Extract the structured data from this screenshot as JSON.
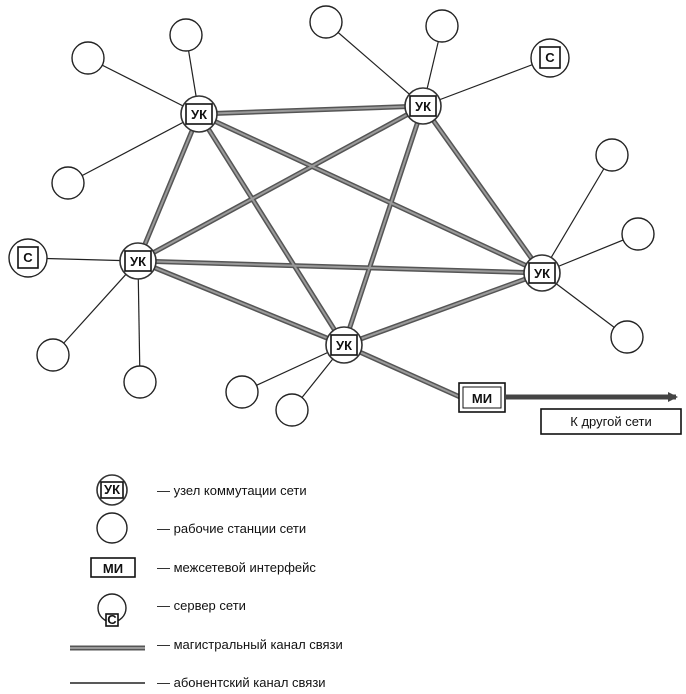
{
  "diagram": {
    "node_label": "УК",
    "server_label": "С",
    "interface_label": "МИ",
    "external_label": "К другой сети"
  },
  "legend": {
    "switch_node": "— узел коммутации сети",
    "workstation": "— рабочие станции сети",
    "interface": "— межсетевой интерфейс",
    "server": "— сервер сети",
    "trunk": "— магистральный канал связи",
    "subscriber": "— абонентский канал связи",
    "switch_symbol": "УК",
    "interface_symbol": "МИ",
    "server_symbol": "С"
  },
  "colors": {
    "trunk": "#555555",
    "line": "#222222",
    "background": "#ffffff"
  }
}
